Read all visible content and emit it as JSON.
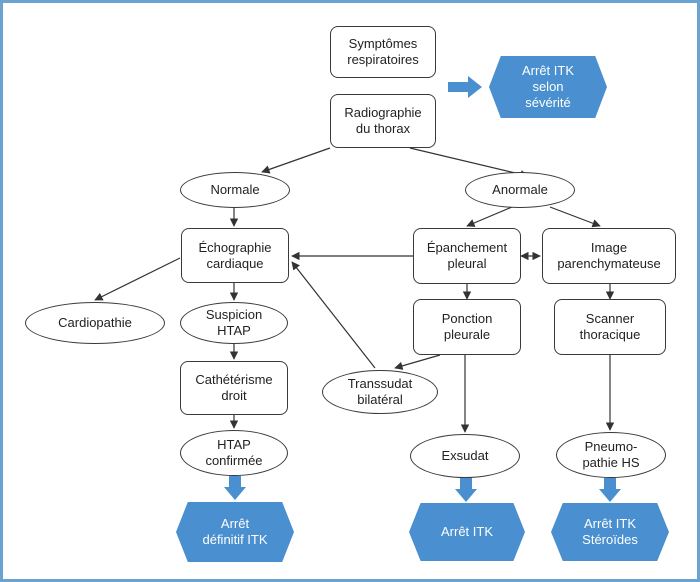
{
  "colors": {
    "frame": "#6aa3cf",
    "terminal": "#4a8fd0",
    "terminal_text": "#ffffff",
    "line": "#333333"
  },
  "nodes": {
    "symptomes": "Symptômes\nrespiratoires",
    "radiographie": "Radiographie\ndu thorax",
    "arret_itk_severite": "Arrêt ITK\nselon\nsévérité",
    "normale": "Normale",
    "anormale": "Anormale",
    "echographie": "Échographie\ncardiaque",
    "epanchement": "Épanchement\npleural",
    "image_parenchymateuse": "Image\nparenchymateuse",
    "cardiopathie": "Cardiopathie",
    "suspicion_htap": "Suspicion\nHTAP",
    "ponction": "Ponction\npleurale",
    "scanner": "Scanner\nthoracique",
    "catheterisme": "Cathétérisme\ndroit",
    "transsudat": "Transsudat\nbilatéral",
    "htap_confirmee": "HTAP\nconfirmée",
    "exsudat": "Exsudat",
    "pneumopathie": "Pneumo-\npathie HS",
    "arret_definitif": "Arrêt\ndéfinitif ITK",
    "arret_itk": "Arrêt ITK",
    "arret_itk_steroides": "Arrêt ITK\nStéroïdes"
  }
}
